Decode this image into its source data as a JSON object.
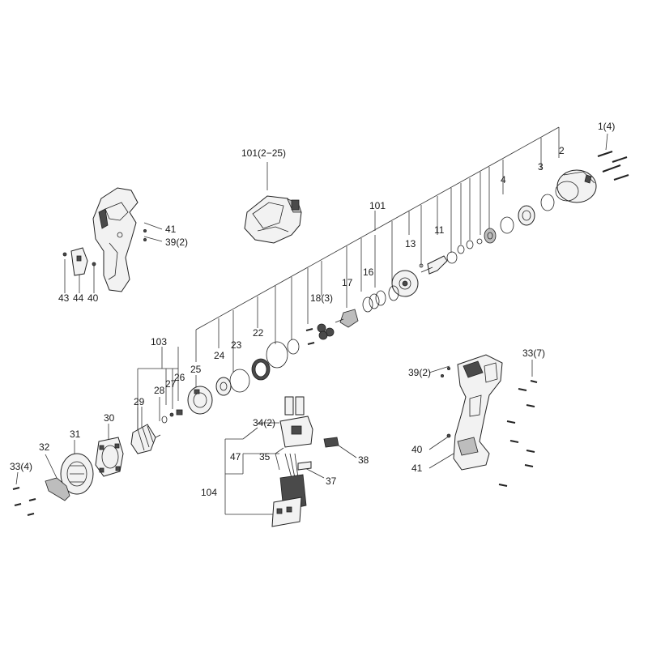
{
  "labels": {
    "l1": "1(4)",
    "l2": "2",
    "l3": "3",
    "l4": "4",
    "l11": "11",
    "l13": "13",
    "l16": "16",
    "l17": "17",
    "l18": "18(3)",
    "l22": "22",
    "l23": "23",
    "l24": "24",
    "l25": "25",
    "l26": "26",
    "l27": "27",
    "l28": "28",
    "l29": "29",
    "l30": "30",
    "l31": "31",
    "l32": "32",
    "l33a": "33(4)",
    "l33b": "33(7)",
    "l34": "34(2)",
    "l35": "35",
    "l37": "37",
    "l38": "38",
    "l39a": "39(2)",
    "l39b": "39(2)",
    "l40a": "40",
    "l40b": "40",
    "l41a": "41",
    "l41b": "41",
    "l43": "43",
    "l44": "44",
    "l47": "47",
    "l101a": "101(2−25)",
    "l101b": "101",
    "l103": "103",
    "l104": "104"
  }
}
